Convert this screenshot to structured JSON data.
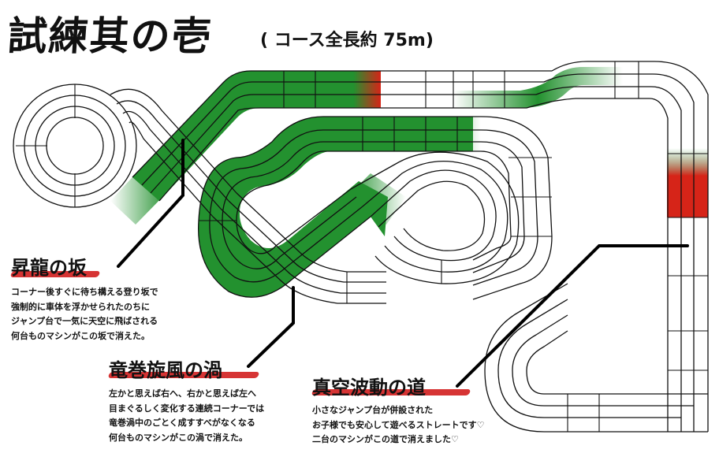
{
  "title": "試練其の壱",
  "subtitle": "( コース全長約 75m)",
  "sections": [
    {
      "title": "昇龍の坂",
      "lines": [
        "コーナー後すぐに待ち構える登り坂で",
        "強制的に車体を浮かせられたのちに",
        "ジャンプ台で一気に天空に飛ばされる",
        "何台ものマシンがこの坂で消えた。"
      ]
    },
    {
      "title": "竜巻旋風の渦",
      "lines": [
        "左かと思えば右へ、右かと思えば左へ",
        "目まぐるしく変化する連続コーナーでは",
        "竜巻渦中のごとく成すすべがなくなる",
        "何台ものマシンがこの渦で消えた。"
      ]
    },
    {
      "title": "真空波動の道",
      "lines": [
        "小さなジャンプ台が併設された",
        "お子様でも安心して遊べるストレートです♡",
        "二台のマシンがこの道で消えました♡"
      ]
    }
  ],
  "colors": {
    "section_green": "#23912f",
    "hazard_red": "#d62418",
    "brush_red": "#d21e1e"
  }
}
